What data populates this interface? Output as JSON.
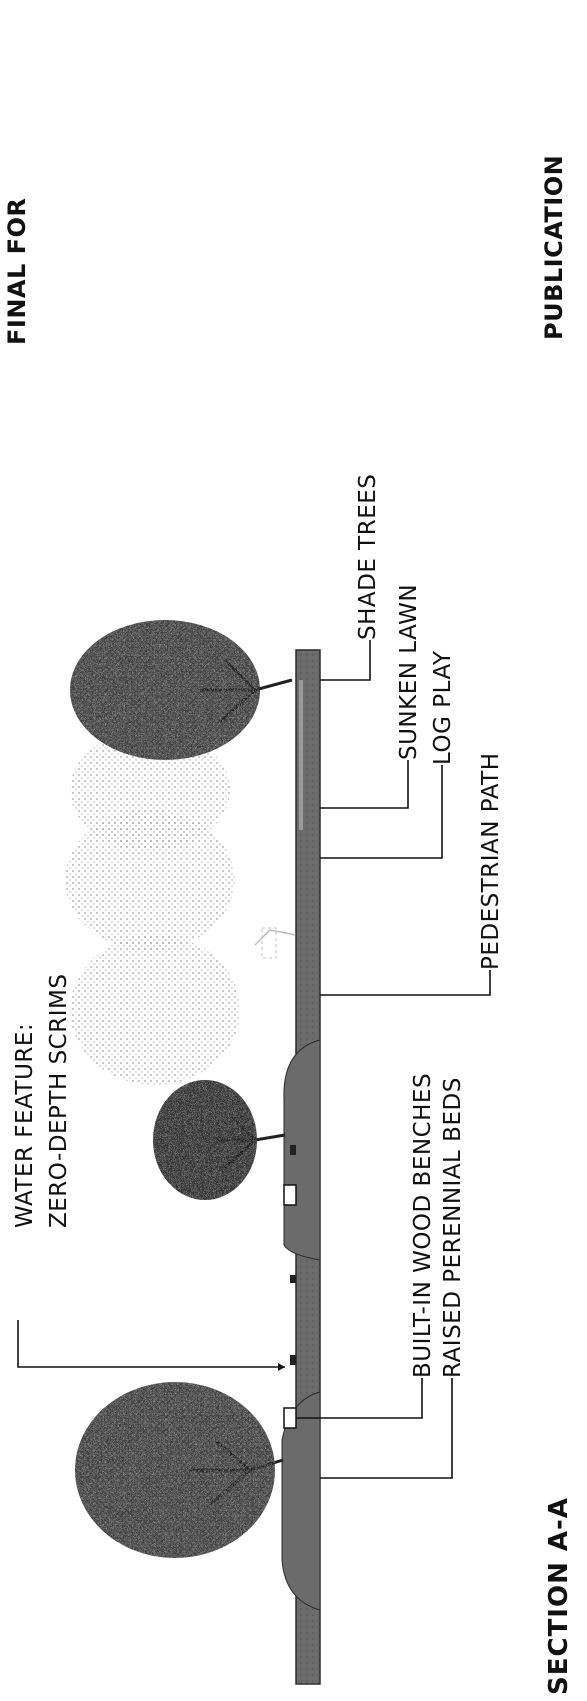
{
  "stamp": {
    "line1": "FINAL FOR",
    "line2": "PUBLICATION"
  },
  "section_title": "SECTION A-A",
  "labels": {
    "water_feature_line1": "WATER FEATURE:",
    "water_feature_line2": "ZERO-DEPTH SCRIMS",
    "benches": "BUILT-IN WOOD BENCHES",
    "perennial_beds": "RAISED PERENNIAL BEDS",
    "shade_trees": "SHADE TREES",
    "sunken_lawn": "SUNKEN LAWN",
    "log_play": "LOG PLAY",
    "pedestrian_path": "PEDESTRIAN PATH"
  },
  "colors": {
    "ink": "#111111",
    "ground": "#6b6b6b",
    "ground_dark": "#3c3c3c",
    "foliage_dark": "#1e1e1e",
    "foliage_light": "#a8a8a8",
    "background": "#ffffff"
  }
}
